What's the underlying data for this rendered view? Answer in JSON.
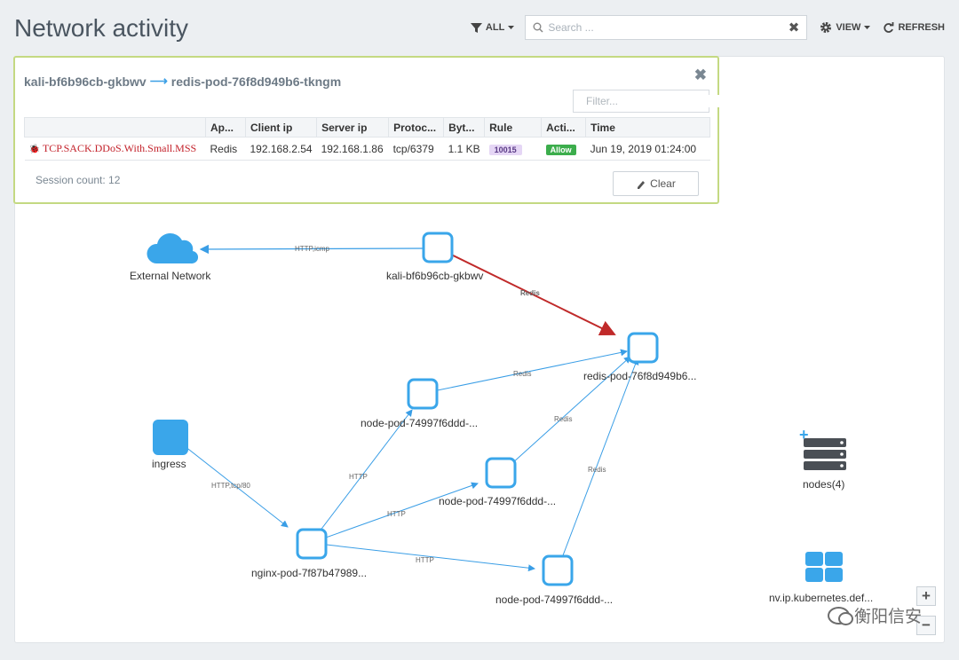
{
  "header": {
    "title": "Network activity",
    "filter_label": "ALL",
    "search_placeholder": "Search ...",
    "view_label": "VIEW",
    "refresh_label": "REFRESH"
  },
  "panel": {
    "source": "kali-bf6b96cb-gkbwv",
    "destination": "redis-pod-76f8d949b6-tkngm",
    "filter_placeholder": "Filter...",
    "columns": [
      "Ap...",
      "Client ip",
      "Server ip",
      "Protoc...",
      "Byt...",
      "Rule",
      "Acti...",
      "Time"
    ],
    "rows": [
      {
        "threat": "TCP.SACK.DDoS.With.Small.MSS",
        "app": "Redis",
        "client_ip": "192.168.2.54",
        "server_ip": "192.168.1.86",
        "protocol": "tcp/6379",
        "bytes": "1.1 KB",
        "rule": "10015",
        "action": "Allow",
        "time": "Jun 19, 2019 01:24:00"
      }
    ],
    "session_count": "Session count: 12",
    "clear_label": "Clear"
  },
  "graph": {
    "nodes": {
      "external": "External Network",
      "kali": "kali-bf6b96cb-gkbwv",
      "redis": "redis-pod-76f8d949b6...",
      "node_pod_1": "node-pod-74997f6ddd-...",
      "node_pod_2": "node-pod-74997f6ddd-...",
      "node_pod_3": "node-pod-74997f6ddd-...",
      "ingress": "ingress",
      "nginx": "nginx-pod-7f87b47989...",
      "nodes": "nodes(4)",
      "kube": "nv.ip.kubernetes.def..."
    },
    "edges": {
      "kali_external": "HTTP,icmp",
      "kali_redis": "Redis",
      "np1_redis": "Redis",
      "np2_redis": "Redis",
      "np3_redis": "Redis",
      "ingress_nginx": "HTTP,tcp/80",
      "nginx_np1": "HTTP",
      "nginx_np2": "HTTP",
      "nginx_np3": "HTTP"
    },
    "colors": {
      "node": "#3aa6ea",
      "edge": "#3a9ee6",
      "threat_edge": "#c02a2a"
    }
  },
  "zoom": {
    "in_label": "+",
    "out_label": "−"
  },
  "watermark": {
    "text": "衡阳信安"
  }
}
